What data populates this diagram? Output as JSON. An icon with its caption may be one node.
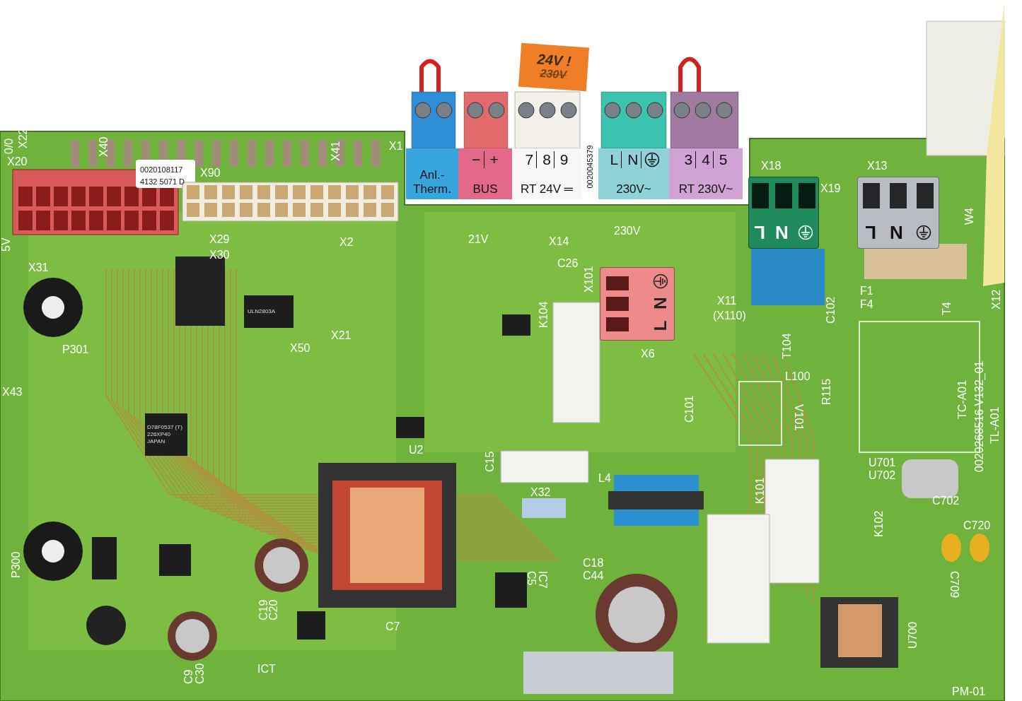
{
  "diagram": {
    "nodes": [
      {
        "text": [
          "24V !",
          "230V"
        ]
      },
      {
        "text": [
          "Anl.- Therm."
        ]
      },
      {
        "text": [
          "−",
          "+",
          "BUS"
        ]
      },
      {
        "text": [
          "7",
          "8",
          "9",
          "RT 24V ═"
        ]
      },
      {
        "text": [
          "L",
          "N",
          "230V~"
        ]
      },
      {
        "text": [
          "3",
          "4",
          "5",
          "RT 230V~"
        ]
      },
      {
        "text": [
          "L",
          "N"
        ]
      },
      {
        "text": [
          "L",
          "N"
        ]
      },
      {
        "text": [
          "L",
          "N"
        ]
      }
    ],
    "labels": [
      "0/0",
      "X22",
      "X40",
      "X20",
      "0020108117",
      "4132 5071 D",
      "X90",
      "X41",
      "5V",
      "X29",
      "X30",
      "X31",
      "X2",
      "X21",
      "P301",
      "X50",
      "X43",
      "X1",
      "21V",
      "X14",
      "230V",
      "C26",
      "X101",
      "K104",
      "X11",
      "(X110)",
      "X6",
      "X18",
      "X13",
      "X19",
      "W4",
      "F1",
      "F4",
      "T4",
      "X12",
      "C102",
      "T104",
      "L100",
      "C101",
      "V101",
      "R115",
      "TC-A01",
      "TL-A01",
      "0020268516 V132_01",
      "U2",
      "C15",
      "X32",
      "L4",
      "K101",
      "U701",
      "U702",
      "C702",
      "K102",
      "C720",
      "C709",
      "C18",
      "C44",
      "C5",
      "IC7",
      "C19",
      "C20",
      "C7",
      "ICT",
      "C9",
      "C30",
      "P300",
      "U700",
      "PM-01",
      "0020045379",
      "D78F0537 (T) 226XP40 JAPAN",
      "ULN2803A"
    ]
  }
}
